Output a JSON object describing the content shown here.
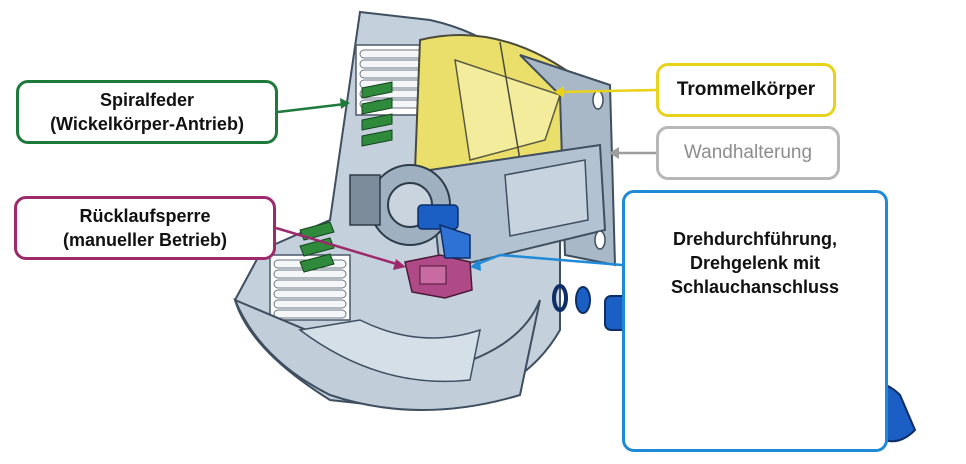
{
  "labels": {
    "spiralfeder": [
      "Spiralfeder",
      "(Wickelkörper-Antrieb)"
    ],
    "ruecklaufsperre": [
      "Rücklaufsperre",
      "(manueller Betrieb)"
    ],
    "trommelkoerper": "Trommelkörper",
    "wandhalterung": "Wandhalterung",
    "drehdurchfuehrung": [
      "Drehdurchführung,",
      "Drehgelenk mit",
      "Schlauchanschluss"
    ]
  },
  "colors": {
    "spiralfeder": "#1e7a3a",
    "ruecklaufsperre": "#9c2a6c",
    "trommelkoerper": "#e8d21a",
    "wandhalterung": "#b7b7b7",
    "drehdurchfuehrung": "#1f8ad8",
    "housing": "#b9c8d6",
    "housing_dark": "#8ea3b7",
    "parts_blue": "#1b5fc4"
  }
}
